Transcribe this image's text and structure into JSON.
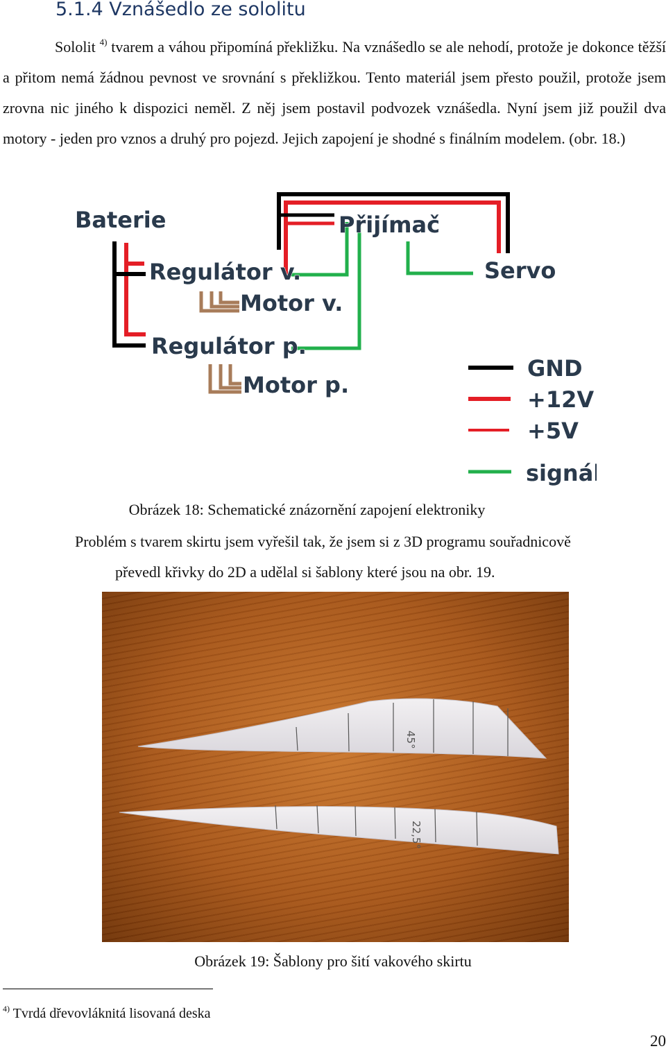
{
  "section": {
    "number": "5.1.4",
    "title": "Vznášedlo ze sololitu"
  },
  "paragraph1": {
    "lead_word": "Sololit",
    "footnote_mark": "4)",
    "body": " tvarem a váhou připomíná překližku. Na vznášedlo se ale nehodí, protože je dokonce těžší a přitom nemá žádnou pevnost ve srovnání s překližkou. Tento materiál jsem přesto použil, protože jsem zrovna nic jiného k dispozici neměl. Z něj jsem postavil podvozek vznášedla. Nyní jsem již použil dva motory - jeden pro vznos a druhý pro pojezd. Jejich zapojení je shodné s finálním modelem. (obr. 18.)"
  },
  "schematic": {
    "labels": {
      "battery": "Baterie",
      "receiver": "Přijímač",
      "servo": "Servo",
      "regulator_v": "Regulátor v.",
      "motor_v": "Motor v.",
      "regulator_p": "Regulátor p.",
      "motor_p": "Motor p."
    },
    "legend": [
      {
        "label": "GND",
        "color": "#000000"
      },
      {
        "label": "+12V",
        "color": "#e41e26"
      },
      {
        "label": "+5V",
        "color": "#e41e26"
      },
      {
        "label": "signál",
        "color": "#22b04c"
      }
    ],
    "colors": {
      "ground": "#000000",
      "power": "#e41e26",
      "signal": "#22b04c",
      "motor": "#a87c5a"
    }
  },
  "figure18_caption": "Obrázek 18: Schematické znázornění zapojení elektroniky",
  "paragraph2": {
    "line1": "Problém s tvarem skirtu jsem vyřešil tak, že jsem si z 3D programu souřadnicově",
    "line2": "převedl křivky do 2D a udělal si šablony které jsou na obr. 19."
  },
  "photo": {
    "template_top_mark": "45°",
    "template_bottom_mark": "22,5°"
  },
  "figure19_caption": "Obrázek 19: Šablony pro šití vakového skirtu",
  "footnote": {
    "mark": "4)",
    "text": " Tvrdá dřevovláknitá lisovaná deska"
  },
  "page_number": "20"
}
